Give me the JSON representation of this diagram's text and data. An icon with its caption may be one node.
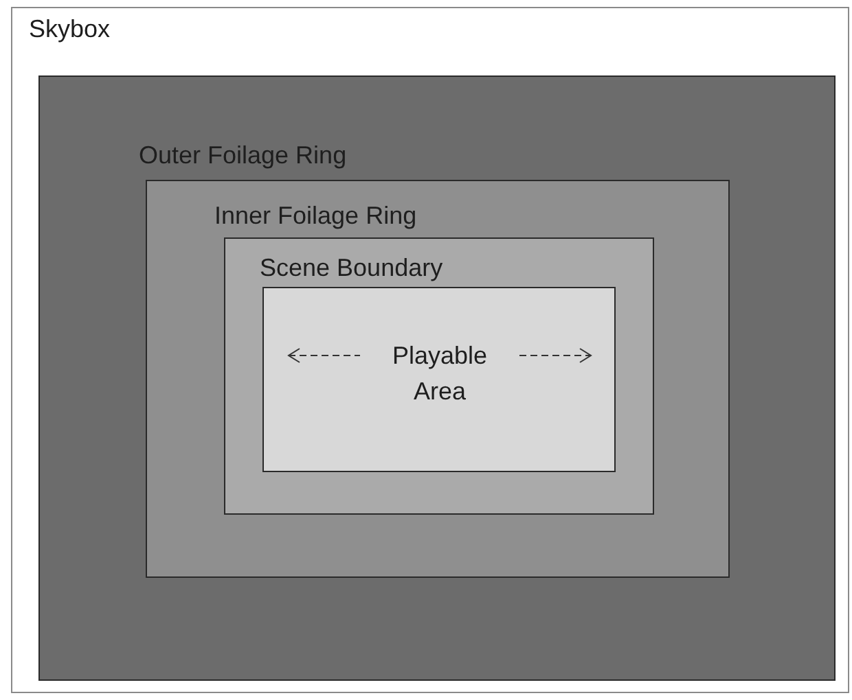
{
  "diagram": {
    "nodes": [
      {
        "text": [
          "Skybox"
        ]
      },
      {
        "text": [
          "Outer Foilage Ring"
        ],
        "in": 0
      },
      {
        "text": [
          "Inner Foilage Ring"
        ],
        "in": 1
      },
      {
        "text": [
          "Scene Boundary",
          "Playable Area"
        ],
        "in": 2
      }
    ],
    "edges": []
  }
}
